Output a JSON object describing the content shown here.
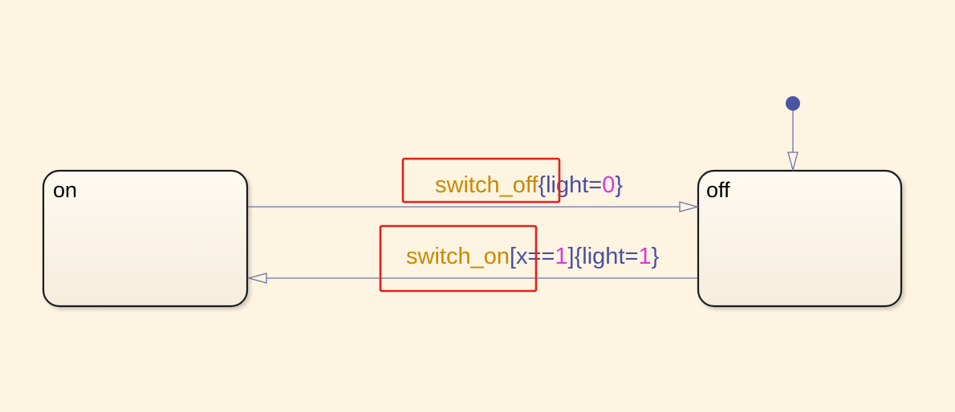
{
  "diagram": {
    "states": [
      {
        "id": "on",
        "name": "on"
      },
      {
        "id": "off",
        "name": "off"
      }
    ],
    "transitions": [
      {
        "from": "on",
        "to": "off",
        "label_parts": [
          "switch_off",
          "{",
          "light=",
          "0",
          "}"
        ]
      },
      {
        "from": "off",
        "to": "on",
        "label_parts": [
          "switch_on",
          "[",
          "x==",
          "1",
          "]",
          "{",
          "light=",
          "1",
          "}"
        ]
      }
    ],
    "default_transition_target": "off"
  },
  "colors": {
    "background": "#fdf4e2",
    "state_fill_top": "#fdf8ee",
    "state_fill_bottom": "#f6efdf",
    "state_border": "#1a1a1a",
    "transition_line": "#6e73a8",
    "event_text": "#c98a00",
    "action_text": "#4b4fa0",
    "number_text": "#d63ad6",
    "highlight_box": "#e3201b",
    "junction_dot": "#4a55a2"
  }
}
